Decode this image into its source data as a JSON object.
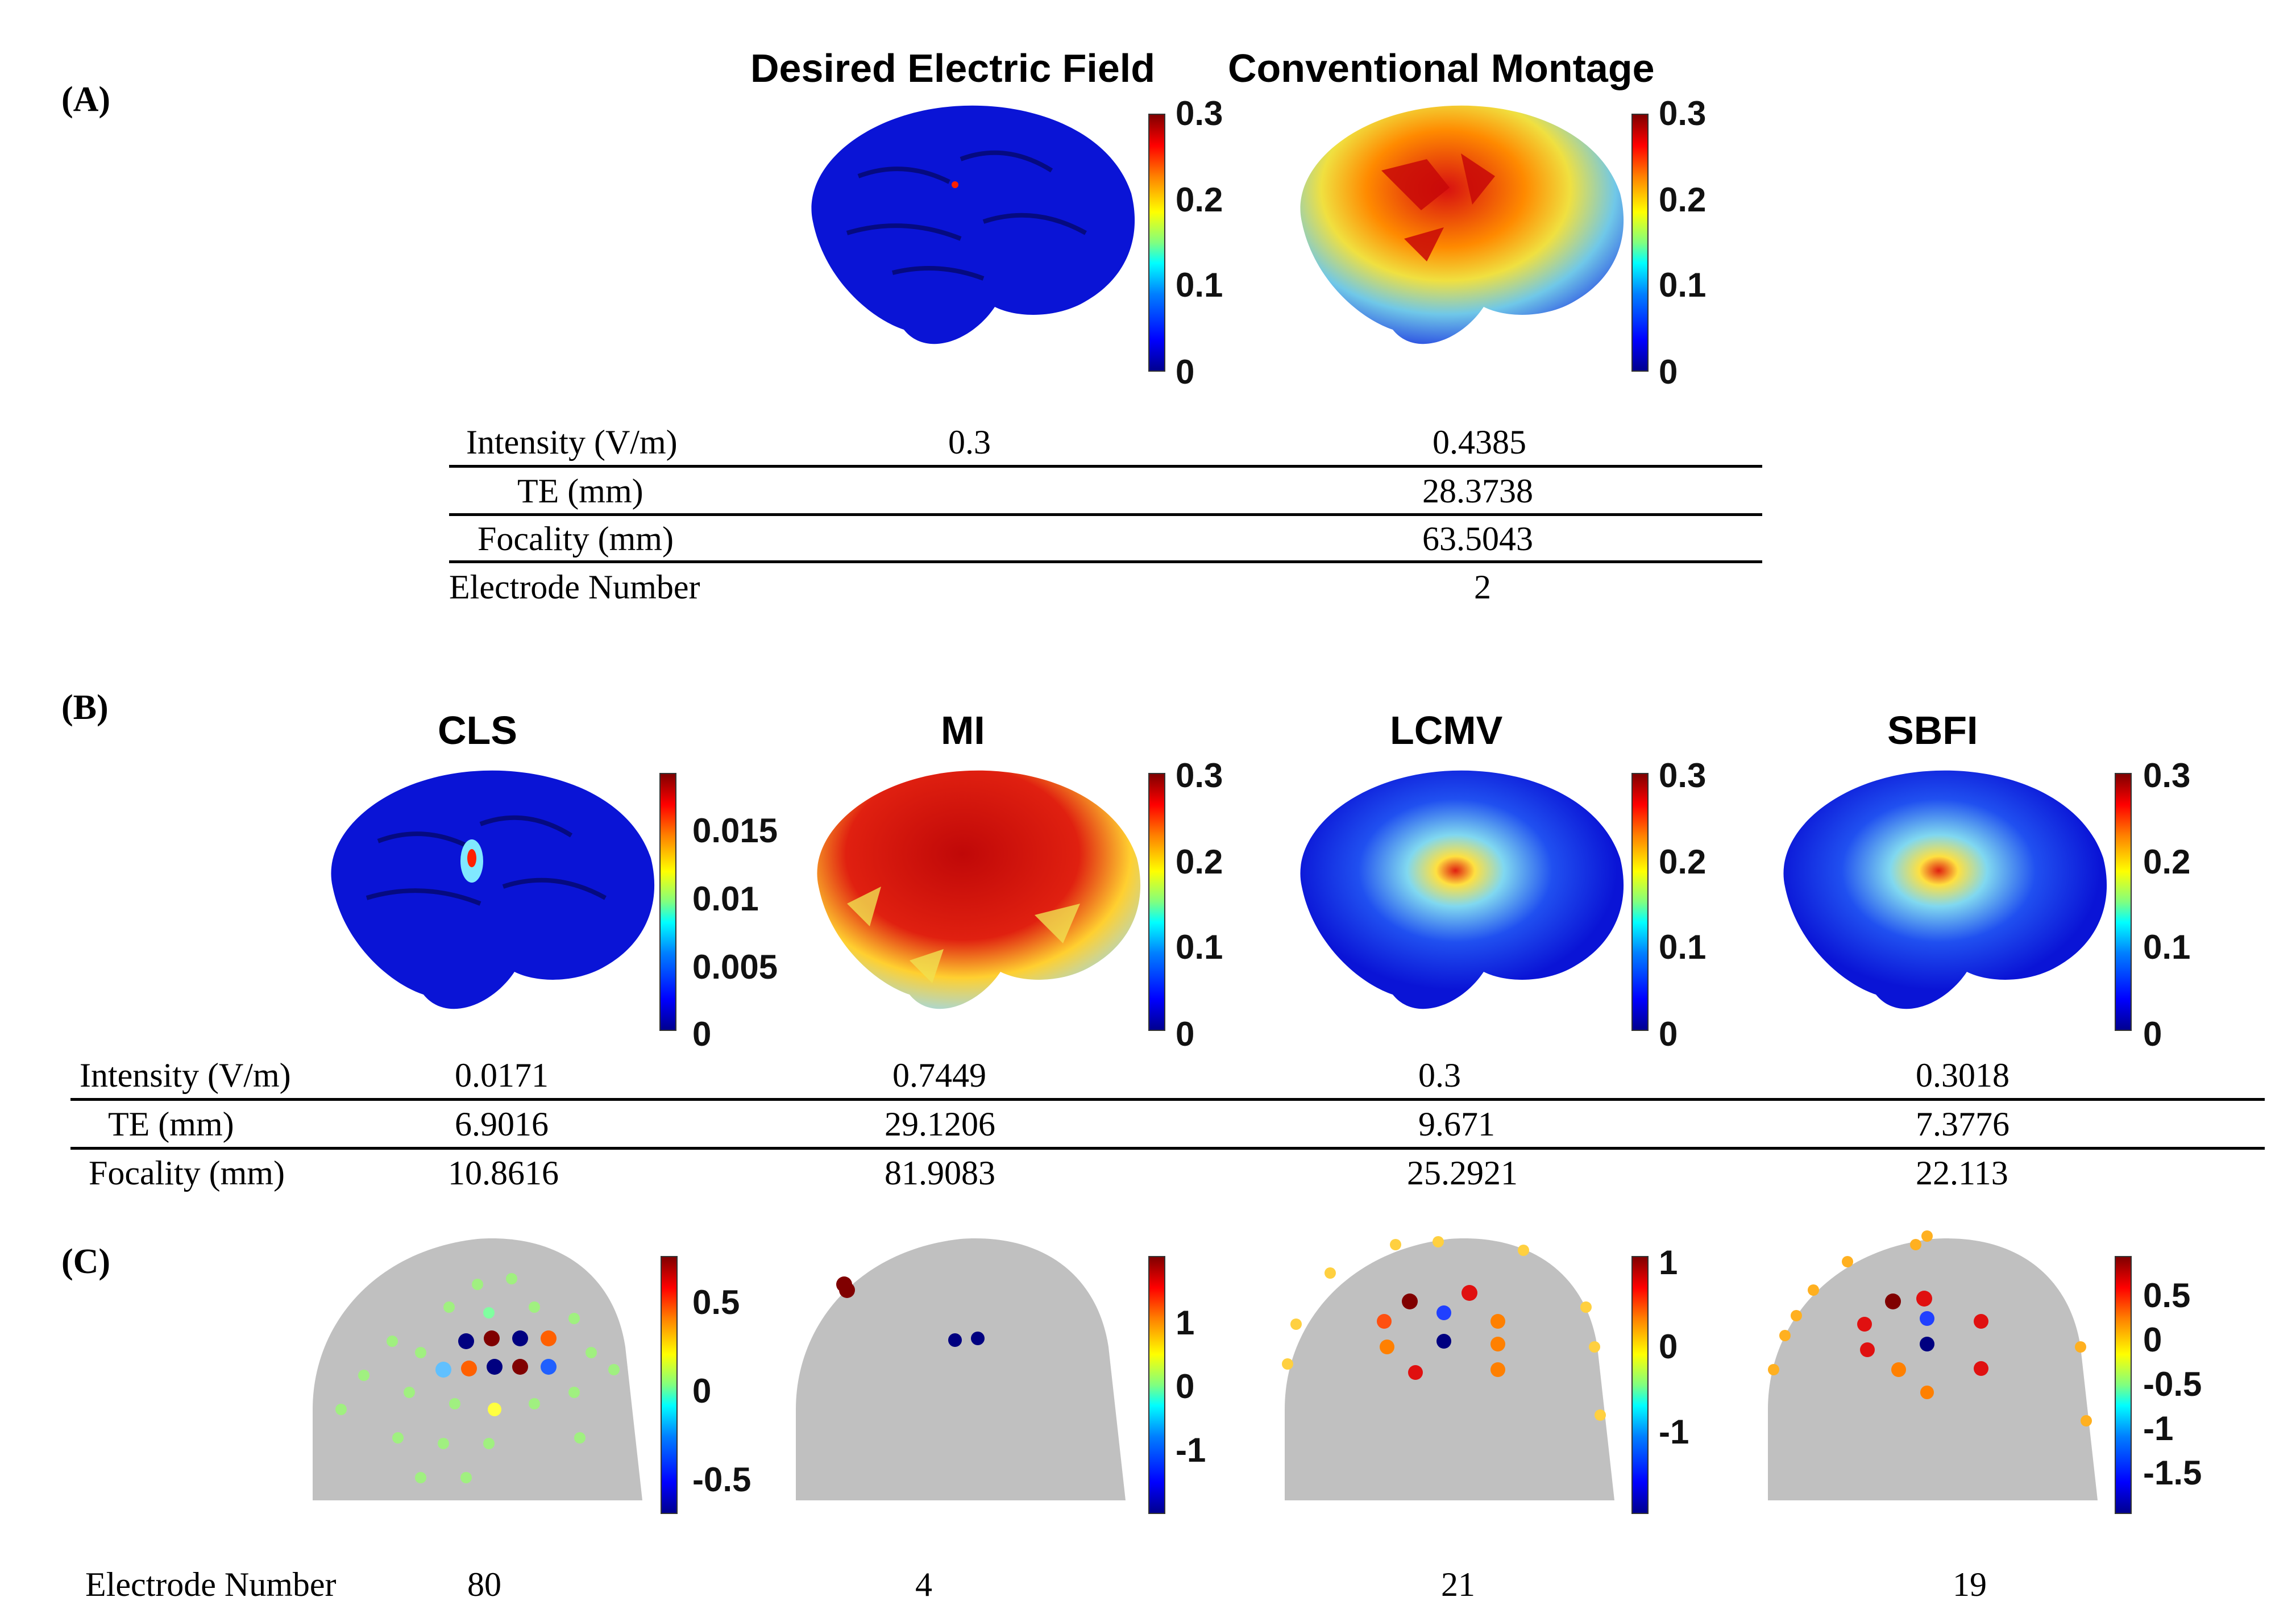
{
  "panels": {
    "a": "(A)",
    "b": "(B)",
    "c": "(C)"
  },
  "panel_a": {
    "titles": [
      "Desired Electric Field",
      "Conventional Montage"
    ],
    "colorbar_ticks": [
      "0.3",
      "0.2",
      "0.1",
      "0"
    ],
    "table": {
      "rows": [
        {
          "label": "Intensity (V/m)",
          "values": [
            "0.3",
            "0.4385"
          ]
        },
        {
          "label": "TE (mm)",
          "values": [
            "",
            "28.3738"
          ]
        },
        {
          "label": "Focality (mm)",
          "values": [
            "",
            "63.5043"
          ]
        },
        {
          "label": "Electrode Number",
          "values": [
            "",
            "2"
          ]
        }
      ]
    }
  },
  "panel_b": {
    "titles": [
      "CLS",
      "MI",
      "LCMV",
      "SBFI"
    ],
    "colorbar_ticks_cls": [
      "0.015",
      "0.01",
      "0.005",
      "0"
    ],
    "colorbar_ticks": [
      "0.3",
      "0.2",
      "0.1",
      "0"
    ],
    "table": {
      "rows": [
        {
          "label": "Intensity (V/m)",
          "values": [
            "0.0171",
            "0.7449",
            "0.3",
            "0.3018"
          ]
        },
        {
          "label": "TE (mm)",
          "values": [
            "6.9016",
            "29.1206",
            "9.671",
            "7.3776"
          ]
        },
        {
          "label": "Focality (mm)",
          "values": [
            "10.8616",
            "81.9083",
            "25.2921",
            "22.113"
          ]
        }
      ]
    }
  },
  "panel_c": {
    "colorbar_ticks": [
      [
        "0.5",
        "0",
        "-0.5"
      ],
      [
        "1",
        "0",
        "-1"
      ],
      [
        "1",
        "0",
        "-1"
      ],
      [
        "0.5",
        "0",
        "-0.5",
        "-1",
        "-1.5"
      ]
    ],
    "electrode_label": "Electrode Number",
    "electrode_numbers": [
      "80",
      "4",
      "21",
      "19"
    ]
  },
  "colors": {
    "brain_blue": "#0a14d6",
    "head_gray": "#c0c0c0",
    "rule": "#000000"
  }
}
